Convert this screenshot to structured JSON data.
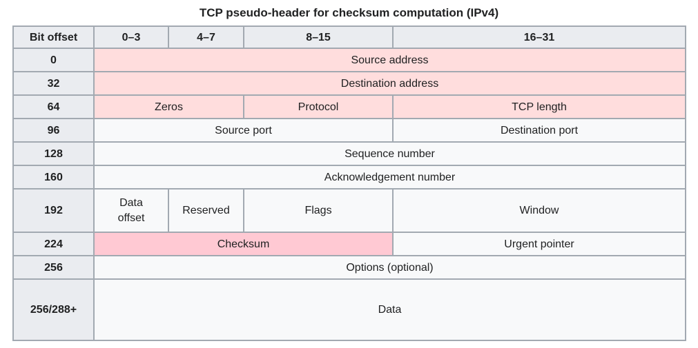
{
  "title": "TCP pseudo-header for checksum computation (IPv4)",
  "colors": {
    "border": "#a2a9b1",
    "head-bg": "#eaecf0",
    "cell-bg": "#f8f9fa",
    "pseudo-pink": "#ffdddd",
    "checksum-pink": "#ffc9d3",
    "text": "#202122",
    "page-bg": "#ffffff"
  },
  "table": {
    "columns": [
      "Bit offset",
      "0–3",
      "4–7",
      "8–15",
      "16–31"
    ],
    "rows": [
      {
        "offset": "0",
        "cells": [
          {
            "label": "Source address",
            "span": 4,
            "variant": "pseudo"
          }
        ]
      },
      {
        "offset": "32",
        "cells": [
          {
            "label": "Destination address",
            "span": 4,
            "variant": "pseudo"
          }
        ]
      },
      {
        "offset": "64",
        "cells": [
          {
            "label": "Zeros",
            "span": 2,
            "variant": "pseudo"
          },
          {
            "label": "Protocol",
            "span": 1,
            "variant": "pseudo"
          },
          {
            "label": "TCP length",
            "span": 1,
            "variant": "pseudo"
          }
        ]
      },
      {
        "offset": "96",
        "cells": [
          {
            "label": "Source port",
            "span": 3
          },
          {
            "label": "Destination port",
            "span": 1
          }
        ]
      },
      {
        "offset": "128",
        "cells": [
          {
            "label": "Sequence number",
            "span": 4
          }
        ]
      },
      {
        "offset": "160",
        "cells": [
          {
            "label": "Acknowledgement number",
            "span": 4
          }
        ]
      },
      {
        "offset": "192",
        "height": 63,
        "cells": [
          {
            "label": "Data offset",
            "span": 1,
            "narrow": true
          },
          {
            "label": "Reserved",
            "span": 1
          },
          {
            "label": "Flags",
            "span": 1
          },
          {
            "label": "Window",
            "span": 1
          }
        ]
      },
      {
        "offset": "224",
        "cells": [
          {
            "label": "Checksum",
            "span": 3,
            "variant": "checksum"
          },
          {
            "label": "Urgent pointer",
            "span": 1
          }
        ]
      },
      {
        "offset": "256",
        "cells": [
          {
            "label": "Options (optional)",
            "span": 4
          }
        ]
      },
      {
        "offset": "256/288+",
        "height": 89,
        "cells": [
          {
            "label": "Data",
            "span": 4
          }
        ]
      }
    ]
  }
}
